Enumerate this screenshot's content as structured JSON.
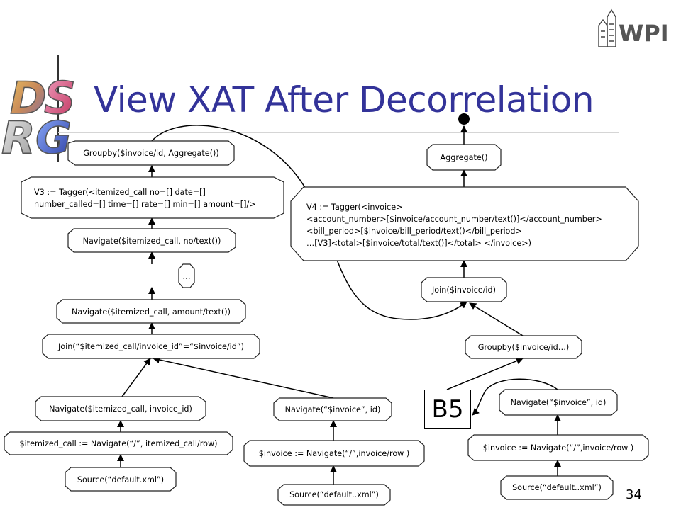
{
  "slide": {
    "title": "View XAT After Decorrelation",
    "page_number": "34",
    "logo_left": "DSRG",
    "logo_right": "WPI"
  },
  "left_tree": {
    "groupby": "Groupby($invoice/id, Aggregate())",
    "v3_line1": "V3 := Tagger(<itemized_call no=[] date=[]",
    "v3_line2": "number_called=[] time=[] rate=[] min=[] amount=[]/>",
    "nav_no": "Navigate($itemized_call, no/text())",
    "ellipsis": "…",
    "nav_amount": "Navigate($itemized_call, amount/text())",
    "join": "Join(“$itemized_call/invoice_id”=“$invoice/id”)",
    "nav_invoice_id": "Navigate($itemized_call, invoice_id)",
    "itemized_call": "$itemized_call := Navigate(“/”, itemized_call/row)",
    "source": "Source(“default.xml”)"
  },
  "middle_tree": {
    "nav_invoice": "Navigate(“$invoice”, id)",
    "invoice_row": "$invoice := Navigate(“/”,invoice/row )",
    "source": "Source(“default..xml”)"
  },
  "right_tree": {
    "aggregate": "Aggregate()",
    "v4_line1": "V4 := Tagger(<invoice>",
    "v4_line2": "<account_number>[$invoice/account_number/text()]</account_number>",
    "v4_line3": "<bill_period>[$invoice/bill_period/text()</bill_period>",
    "v4_line4": "…[V3]<total>[$invoice/total/text()]</total> </invoice>)",
    "join": "Join($invoice/id)",
    "groupby": "Groupby($invoice/id…)",
    "b5": "B5",
    "nav_invoice": "Navigate(“$invoice”, id)",
    "invoice_row": "$invoice := Navigate(“/”,invoice/row )",
    "source": "Source(“default..xml”)"
  }
}
